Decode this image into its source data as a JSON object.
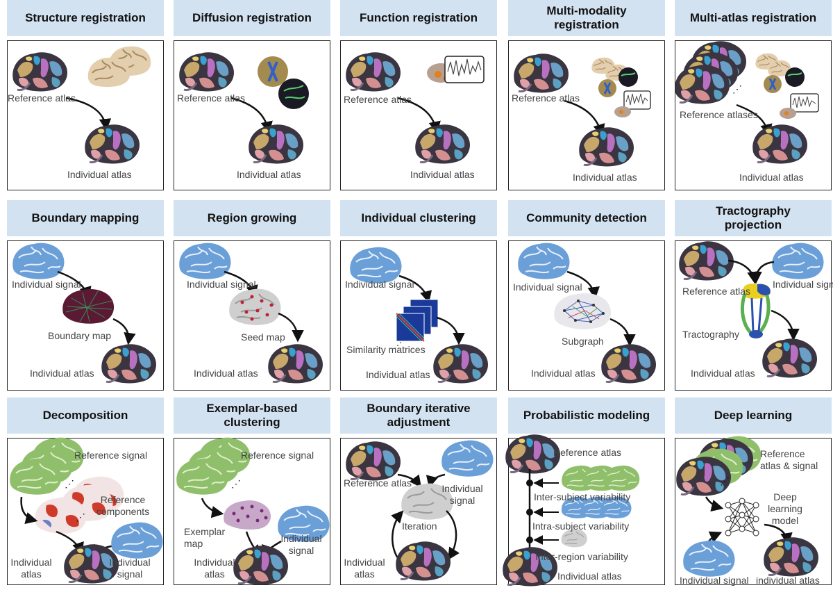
{
  "rows": [
    [
      {
        "title": "Structure registration",
        "labels": {
          "ref": "Reference atlas",
          "ind": "Individual atlas"
        }
      },
      {
        "title": "Diffusion registration",
        "labels": {
          "ref": "Reference atlas",
          "ind": "Individual atlas"
        }
      },
      {
        "title": "Function registration",
        "labels": {
          "ref": "Reference atlas",
          "ind": "Individual atlas"
        }
      },
      {
        "title": "Multi-modality registration",
        "labels": {
          "ref": "Reference atlas",
          "ind": "Individual atlas"
        }
      },
      {
        "title": "Multi-atlas registration",
        "labels": {
          "ref": "Reference atlases",
          "ind": "Individual atlas"
        }
      }
    ],
    [
      {
        "title": "Boundary mapping",
        "labels": {
          "sig": "Individual signal",
          "mid": "Boundary map",
          "ind": "Individual atlas"
        }
      },
      {
        "title": "Region growing",
        "labels": {
          "sig": "Individual signal",
          "mid": "Seed map",
          "ind": "Individual atlas"
        }
      },
      {
        "title": "Individual clustering",
        "labels": {
          "sig": "Individual signal",
          "mid": "Similarity matrices",
          "ind": "Individual atlas"
        }
      },
      {
        "title": "Community detection",
        "labels": {
          "sig": "Individual signal",
          "mid": "Subgraph",
          "ind": "Individual atlas"
        }
      },
      {
        "title": "Tractography projection",
        "labels": {
          "ref": "Reference atlas",
          "sig": "Individual signal",
          "mid": "Tractography",
          "ind": "Individual atlas"
        }
      }
    ],
    [
      {
        "title": "Decomposition",
        "labels": {
          "refsig": "Reference signal",
          "comp": "Reference components",
          "ind": "Individual atlas",
          "sig": "Individual signal"
        }
      },
      {
        "title": "Exemplar-based clustering",
        "labels": {
          "refsig": "Reference signal",
          "mid": "Exemplar map",
          "ind": "Individual atlas",
          "sig": "Individual signal"
        }
      },
      {
        "title": "Boundary iterative adjustment",
        "labels": {
          "ref": "Reference atlas",
          "sig": "Individual signal",
          "mid": "Iteration",
          "ind": "Individual atlas"
        }
      },
      {
        "title": "Probabilistic modeling",
        "labels": {
          "ref": "Reference atlas",
          "v1": "Inter-subject variability",
          "v2": "Intra-subject variability",
          "v3": "Inter-region variability",
          "ind": "Individual atlas"
        }
      },
      {
        "title": "Deep learning",
        "labels": {
          "ref": "Reference atlas & signal",
          "mid": "Deep learning model",
          "sig": "Individual signal",
          "ind": "individual atlas"
        }
      }
    ]
  ],
  "colors": {
    "title_bg": "#d3e2f1",
    "atlas_base": "#3a3540",
    "signal": "#6a9fd8",
    "ref_signal": "#8fbf6a",
    "component": "#d03a2a"
  }
}
